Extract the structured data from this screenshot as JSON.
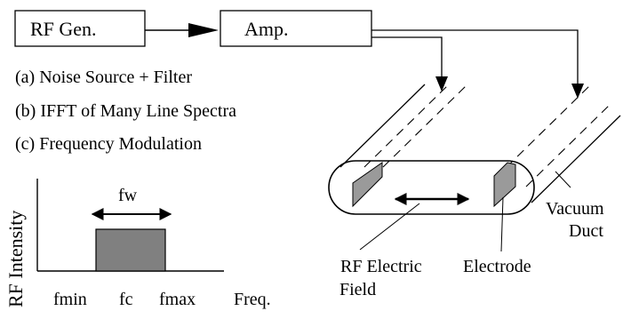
{
  "blocks": {
    "rf_generator": "RF Gen.",
    "amplifier": "Amp."
  },
  "methods": [
    "(a)  Noise Source + Filter",
    "(b)  IFFT  of  Many Line Spectra",
    "(c)   Frequency Modulation"
  ],
  "spectrum": {
    "ylabel": "RF Intensity",
    "xlabel": "Freq.",
    "bandwidth_label": "fw",
    "tick_labels": [
      "fmin",
      "fc",
      "fmax"
    ]
  },
  "labels": {
    "vacuum_duct_line1": "Vacuum",
    "vacuum_duct_line2": "Duct",
    "rf_field_line1": "RF Electric",
    "rf_field_line2": "Field",
    "electrode": "Electrode"
  },
  "colors": {
    "band_fill": "#808080",
    "electrode_fill": "#9a9a9a",
    "ink": "#000000"
  }
}
